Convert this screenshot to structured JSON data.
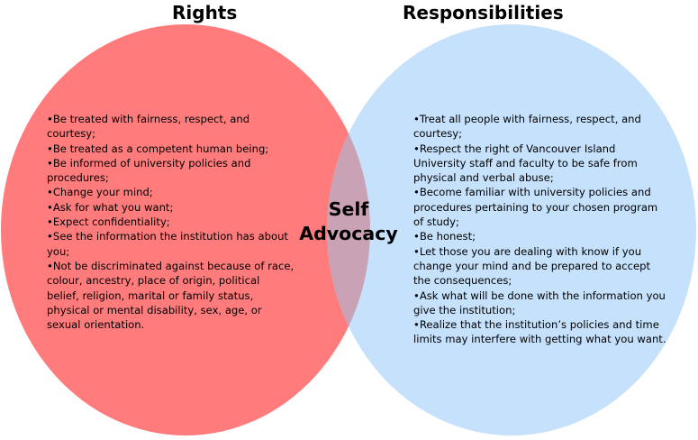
{
  "diagram": {
    "type": "venn",
    "left_circle": {
      "title": "Rights",
      "color": "#ff7b7c",
      "items": [
        "•Be treated with fairness, respect, and courtesy;",
        "•Be treated as a competent human being;",
        "•Be informed of university policies and procedures;",
        "•Change your mind;",
        "•Ask for what you want;",
        "•Expect confidentiality;",
        "•See the information the institution has about you;",
        "•Not be discriminated against because of race, colour, ancestry, place of origin, political belief, religion, marital or family status, physical or mental disability, sex, age, or sexual orientation."
      ]
    },
    "right_circle": {
      "title": "Responsibilities",
      "color": "#c5e1fb",
      "items": [
        "•Treat all people with fairness, respect, and courtesy;",
        "•Respect the right of Vancouver Island University staff and faculty to be safe from physical and verbal abuse;",
        "•Become familiar with university policies and procedures pertaining to your chosen program of study;",
        "•Be honest;",
        "•Let those you are dealing with know if you change your mind and be prepared to accept the consequences;",
        "•Ask what will be done with the information you give the institution;",
        "•Realize that the institution’s policies and time limits may interfere with getting what you want."
      ]
    },
    "intersection": {
      "line1": "Self",
      "line2": "Advocacy",
      "color": "#c9a2b5"
    }
  }
}
